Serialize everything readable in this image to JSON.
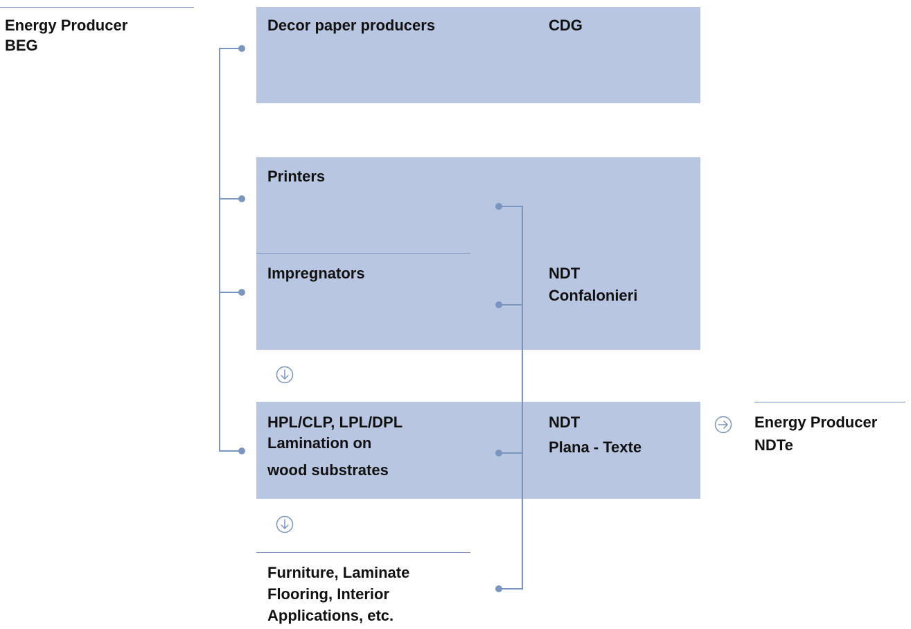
{
  "left": {
    "line1": "Energy Producer",
    "line2": "BEG"
  },
  "right": {
    "line1": "Energy Producer",
    "line2": "NDTe"
  },
  "boxes": {
    "decor": {
      "label": "Decor paper producers",
      "company": "CDG"
    },
    "printers": {
      "label": "Printers"
    },
    "impregnators": {
      "label": "Impregnators"
    },
    "ndt_confalonieri": {
      "line1": "NDT",
      "line2": "Confalonieri"
    },
    "hpl": {
      "line1": "HPL/CLP, LPL/DPL",
      "line2": "Lamination on",
      "line3": "wood substrates"
    },
    "ndt_plana": {
      "line1": "NDT",
      "line2": "Plana - Texte"
    }
  },
  "end_use": {
    "line1": "Furniture, Laminate",
    "line2": "Flooring, Interior",
    "line3": "Applications, etc."
  },
  "colors": {
    "box_fill": "#b9c6e2",
    "connector": "#7a96bf",
    "text": "#111111"
  },
  "icons": {
    "down_arrow": "arrow-down-circle-icon",
    "right_arrow": "arrow-right-circle-icon"
  }
}
